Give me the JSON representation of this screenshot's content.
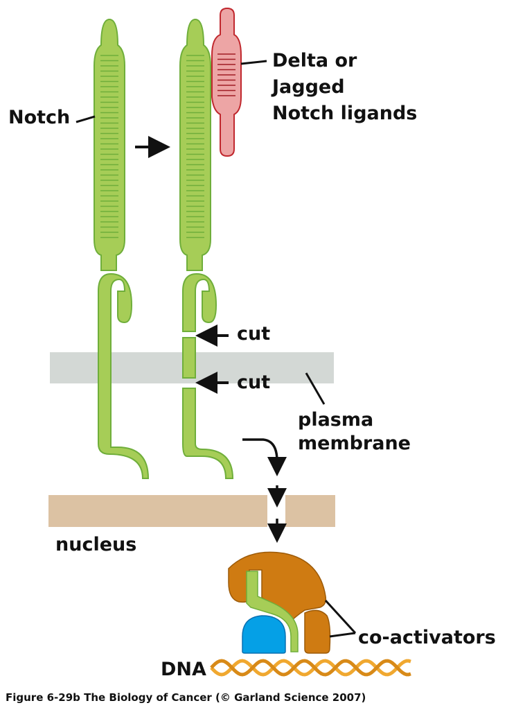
{
  "labels": {
    "notch": "Notch",
    "ligand_line1": "Delta or",
    "ligand_line2": "Jagged",
    "ligand_line3": "Notch ligands",
    "cut1": "cut",
    "cut2": "cut",
    "membrane_line1": "plasma",
    "membrane_line2": "membrane",
    "nucleus": "nucleus",
    "coactivators": "co-activators",
    "dna": "DNA"
  },
  "caption": "Figure 6-29b  The Biology of Cancer (© Garland Science 2007)",
  "colors": {
    "notch_fill": "#a6cd57",
    "notch_stroke": "#6fae3a",
    "ligand_fill": "#eda5a5",
    "ligand_stroke": "#c0272d",
    "membrane": "#d3d8d5",
    "nucleus": "#dcc2a3",
    "coactivator": "#cf7b12",
    "csl_blue": "#05a0e6",
    "dna": "#f0a830"
  }
}
